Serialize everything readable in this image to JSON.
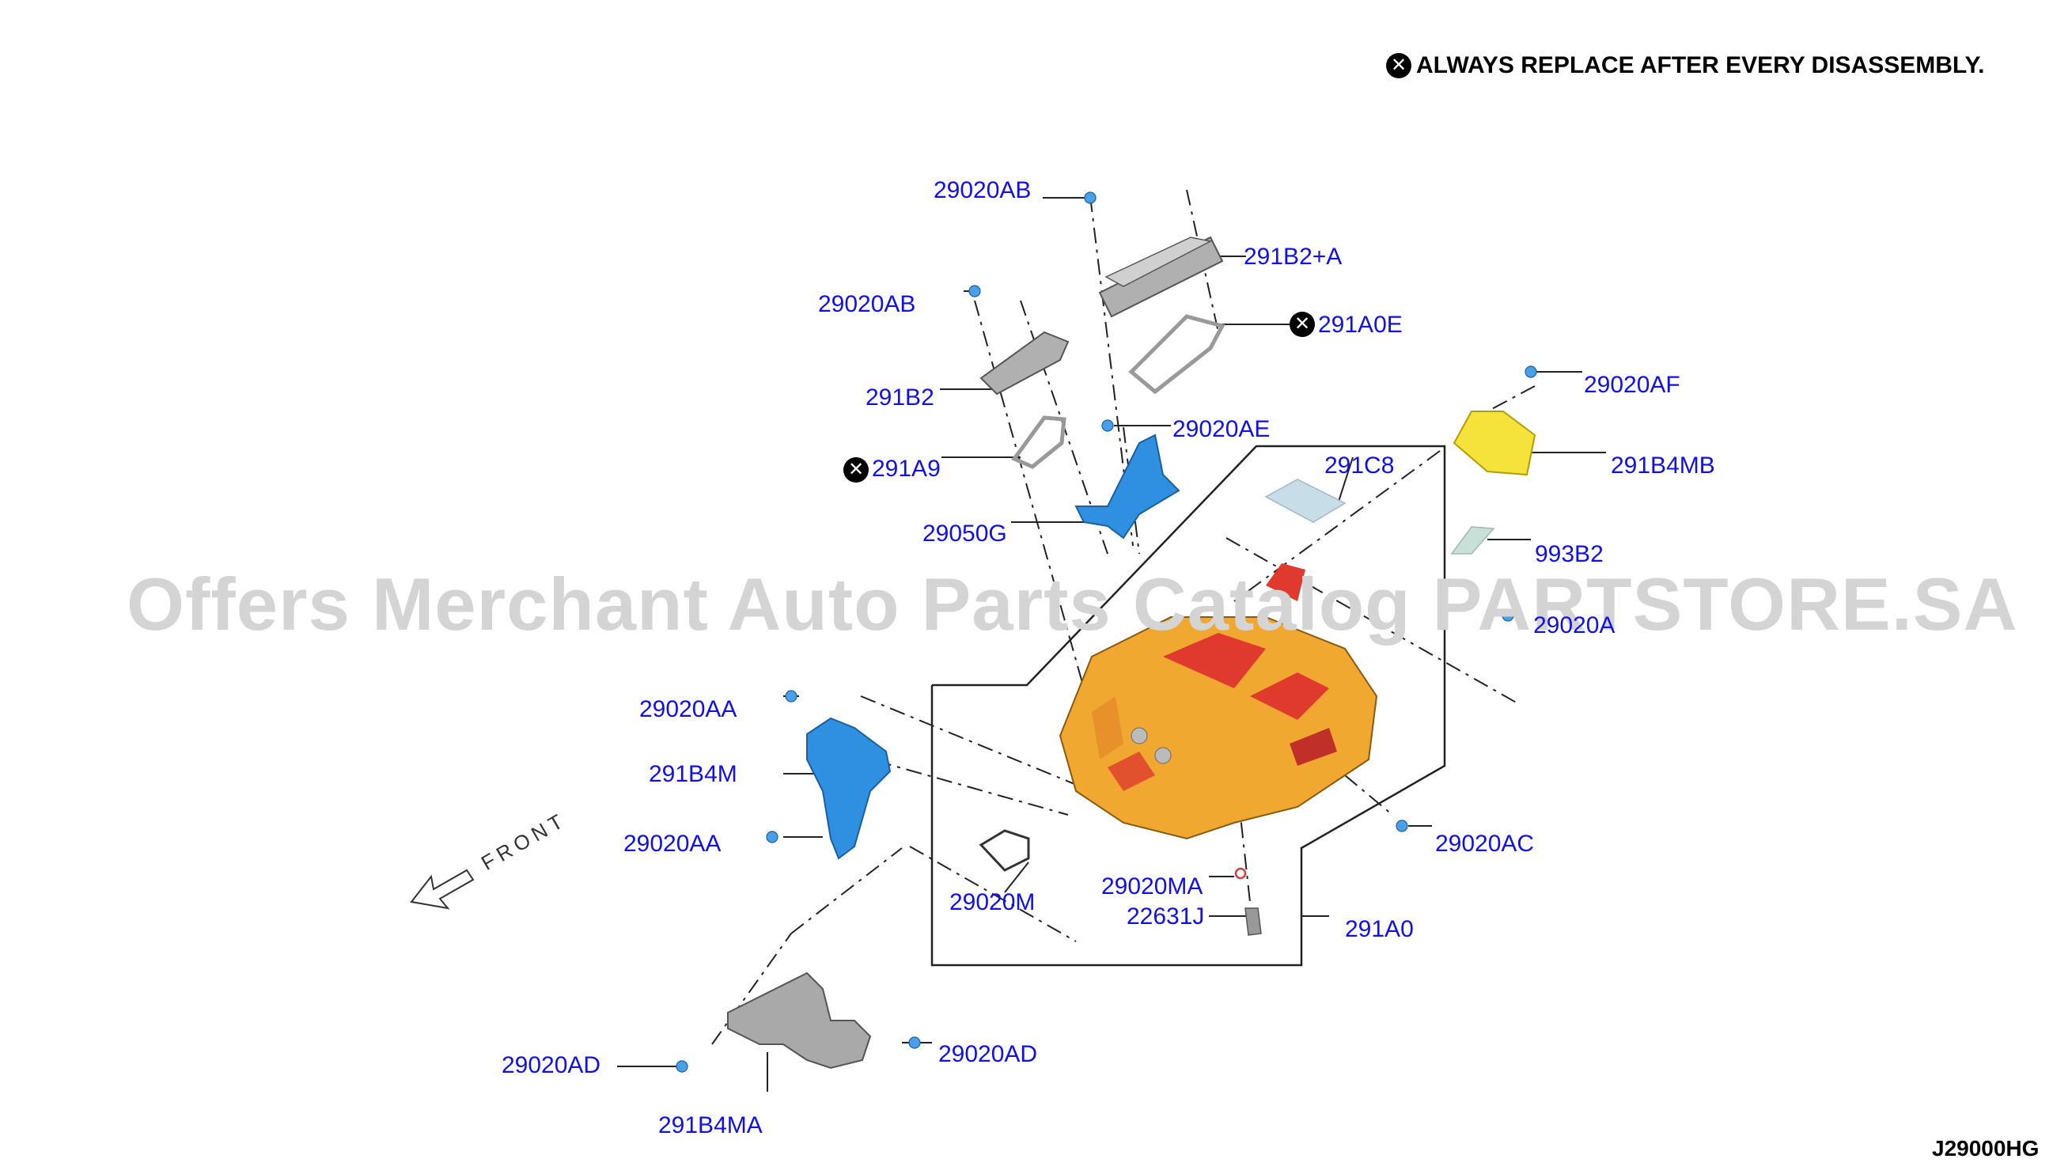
{
  "note": {
    "icon": "x-circle-icon",
    "text": "ALWAYS REPLACE AFTER EVERY DISASSEMBLY."
  },
  "watermark": "Offers Merchant Auto Parts Catalog PARTSTORE.SA",
  "diagram_code": "J29000HG",
  "front_indicator": "FRONT",
  "colors": {
    "label": "#1010e8",
    "inverter_body": "#f0a830",
    "inverter_accent": "#e03a2e",
    "bracket_blue": "#2f8fe0",
    "bracket_yellow": "#f5e23a",
    "cover_gray": "#a9a9a9"
  },
  "parts": [
    {
      "id": "29020AB_top",
      "label": "29020AB",
      "replace": false
    },
    {
      "id": "291B2A",
      "label": "291B2+A",
      "replace": false
    },
    {
      "id": "29020AB_mid",
      "label": "29020AB",
      "replace": false
    },
    {
      "id": "291A0E",
      "label": "291A0E",
      "replace": true
    },
    {
      "id": "291B2",
      "label": "291B2",
      "replace": false
    },
    {
      "id": "29020AF",
      "label": "29020AF",
      "replace": false
    },
    {
      "id": "29020AE",
      "label": "29020AE",
      "replace": false
    },
    {
      "id": "291A9",
      "label": "291A9",
      "replace": true
    },
    {
      "id": "291C8",
      "label": "291C8",
      "replace": false
    },
    {
      "id": "291B4MB",
      "label": "291B4MB",
      "replace": false
    },
    {
      "id": "29050G",
      "label": "29050G",
      "replace": false
    },
    {
      "id": "993B2",
      "label": "993B2",
      "replace": false
    },
    {
      "id": "29020A",
      "label": "29020A",
      "replace": false
    },
    {
      "id": "29020AA_top",
      "label": "29020AA",
      "replace": false
    },
    {
      "id": "291B4M",
      "label": "291B4M",
      "replace": false
    },
    {
      "id": "29020AA_bot",
      "label": "29020AA",
      "replace": false
    },
    {
      "id": "29020AC",
      "label": "29020AC",
      "replace": false
    },
    {
      "id": "29020MA",
      "label": "29020MA",
      "replace": false
    },
    {
      "id": "29020M",
      "label": "29020M",
      "replace": false
    },
    {
      "id": "22631J",
      "label": "22631J",
      "replace": false
    },
    {
      "id": "291A0",
      "label": "291A0",
      "replace": false
    },
    {
      "id": "29020AD_right",
      "label": "29020AD",
      "replace": false
    },
    {
      "id": "29020AD_left",
      "label": "29020AD",
      "replace": false
    },
    {
      "id": "291B4MA",
      "label": "291B4MA",
      "replace": false
    }
  ]
}
